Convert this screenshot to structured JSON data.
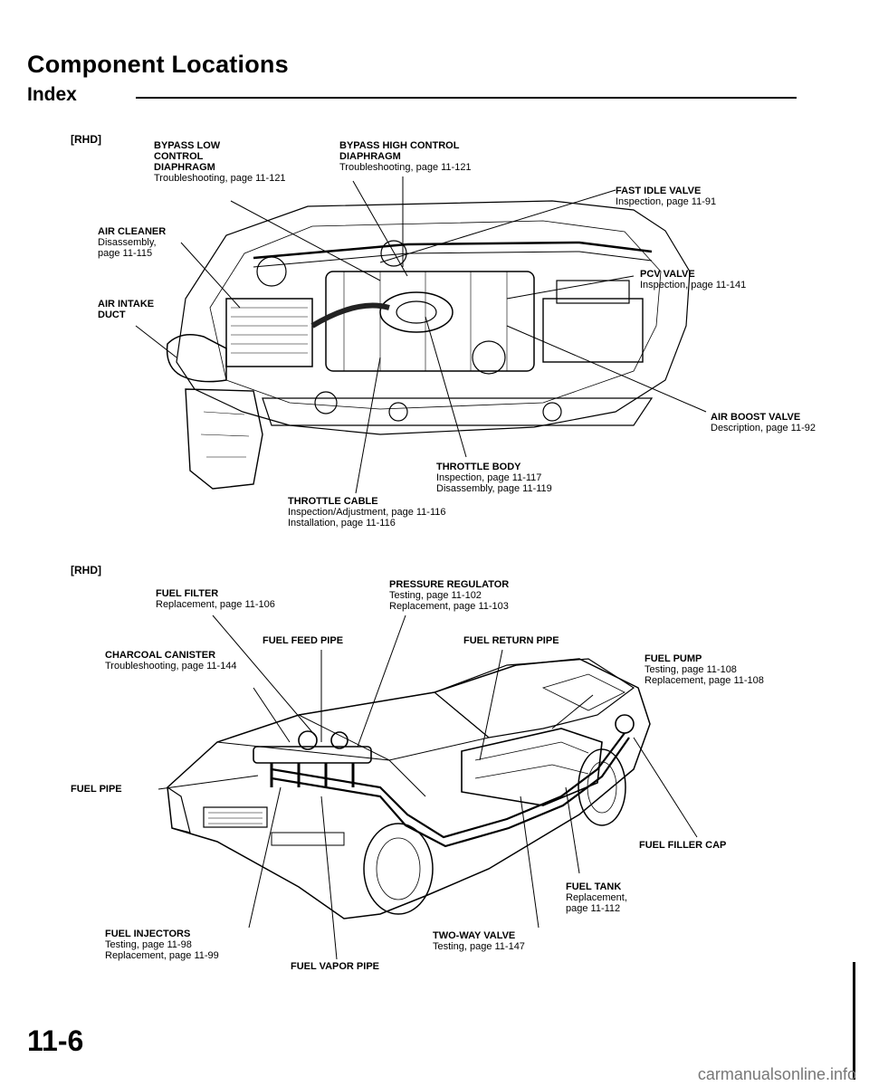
{
  "header": {
    "title": "Component Locations",
    "subtitle": "Index"
  },
  "sections": [
    "[RHD]",
    "[RHD]"
  ],
  "engine_labels": [
    {
      "name": "BYPASS LOW",
      "lines": [
        "CONTROL",
        "DIAPHRAGM",
        "Troubleshooting, page 11-121"
      ]
    },
    {
      "name": "BYPASS HIGH CONTROL",
      "lines": [
        "DIAPHRAGM",
        "Troubleshooting, page 11-121"
      ]
    },
    {
      "name": "FAST IDLE VALVE",
      "lines": [
        "Inspection, page 11-91"
      ]
    },
    {
      "name": "AIR CLEANER",
      "lines": [
        "Disassembly,",
        "page 11-115"
      ]
    },
    {
      "name": "PCV VALVE",
      "lines": [
        "Inspection, page 11-141"
      ]
    },
    {
      "name": "AIR INTAKE",
      "lines": [
        "DUCT"
      ]
    },
    {
      "name": "AIR BOOST VALVE",
      "lines": [
        "Description, page 11-92"
      ]
    },
    {
      "name": "THROTTLE BODY",
      "lines": [
        "Inspection, page 11-117",
        "Disassembly, page 11-119"
      ]
    },
    {
      "name": "THROTTLE CABLE",
      "lines": [
        "Inspection/Adjustment, page 11-116",
        "Installation, page 11-116"
      ]
    }
  ],
  "fuel_labels": [
    {
      "name": "FUEL FILTER",
      "lines": [
        "Replacement, page 11-106"
      ]
    },
    {
      "name": "PRESSURE REGULATOR",
      "lines": [
        "Testing, page 11-102",
        "Replacement, page 11-103"
      ]
    },
    {
      "name": "FUEL FEED PIPE",
      "lines": []
    },
    {
      "name": "FUEL RETURN PIPE",
      "lines": []
    },
    {
      "name": "CHARCOAL CANISTER",
      "lines": [
        "Troubleshooting, page 11-144"
      ]
    },
    {
      "name": "FUEL PUMP",
      "lines": [
        "Testing, page 11-108",
        "Replacement, page 11-108"
      ]
    },
    {
      "name": "FUEL PIPE",
      "lines": []
    },
    {
      "name": "FUEL FILLER CAP",
      "lines": []
    },
    {
      "name": "FUEL TANK",
      "lines": [
        "Replacement,",
        "page 11-112"
      ]
    },
    {
      "name": "FUEL INJECTORS",
      "lines": [
        "Testing, page 11-98",
        "Replacement, page 11-99"
      ]
    },
    {
      "name": "TWO-WAY VALVE",
      "lines": [
        "Testing, page 11-147"
      ]
    },
    {
      "name": "FUEL VAPOR PIPE",
      "lines": []
    }
  ],
  "page_number": "11-6",
  "footer": "carmanualsonline.info"
}
